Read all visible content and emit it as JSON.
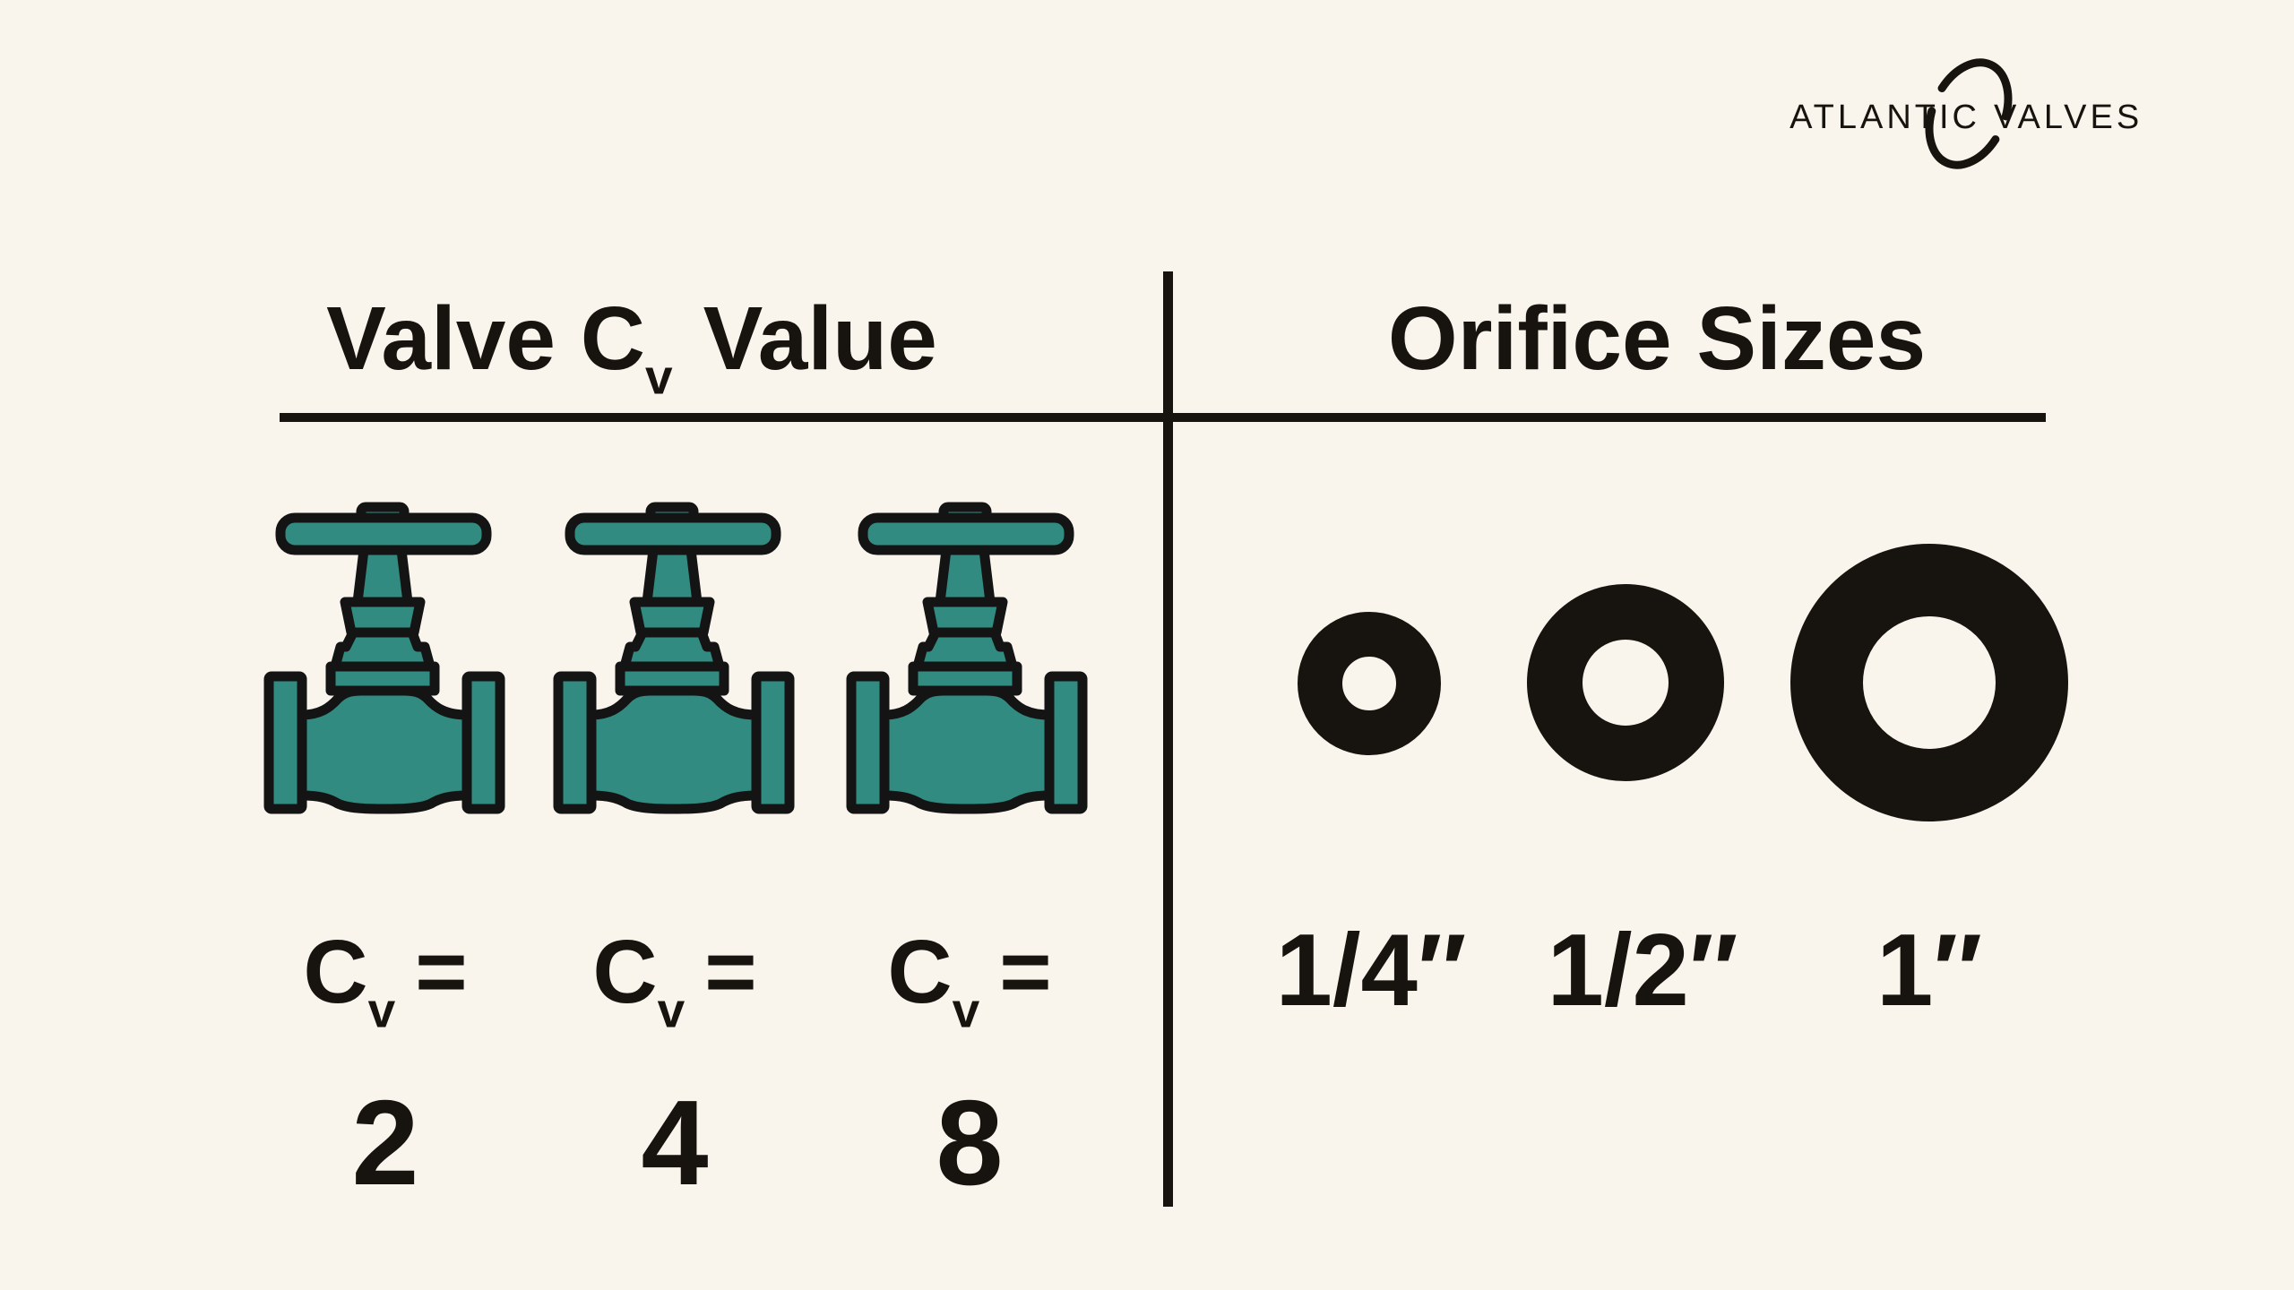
{
  "colors": {
    "background": "#FAF5EC",
    "ink": "#171410",
    "valve_fill": "#318B81",
    "valve_outline": "#141414"
  },
  "logo": {
    "brand_left": "ATLANTIC",
    "brand_right": "VALVES",
    "swoosh_icon": "open-tilted-ellipse"
  },
  "columns": {
    "valve_cv": {
      "header_prefix": "Valve C",
      "header_sub": "v",
      "header_suffix": "Value",
      "items": [
        {
          "cv_prefix": "C",
          "cv_sub": "v",
          "equals": "=",
          "value": "2"
        },
        {
          "cv_prefix": "C",
          "cv_sub": "v",
          "equals": "=",
          "value": "4"
        },
        {
          "cv_prefix": "C",
          "cv_sub": "v",
          "equals": "=",
          "value": "8"
        }
      ]
    },
    "orifice": {
      "header": "Orifice Sizes",
      "items": [
        {
          "label": "1/4″"
        },
        {
          "label": "1/2″"
        },
        {
          "label": "1″"
        }
      ]
    }
  }
}
